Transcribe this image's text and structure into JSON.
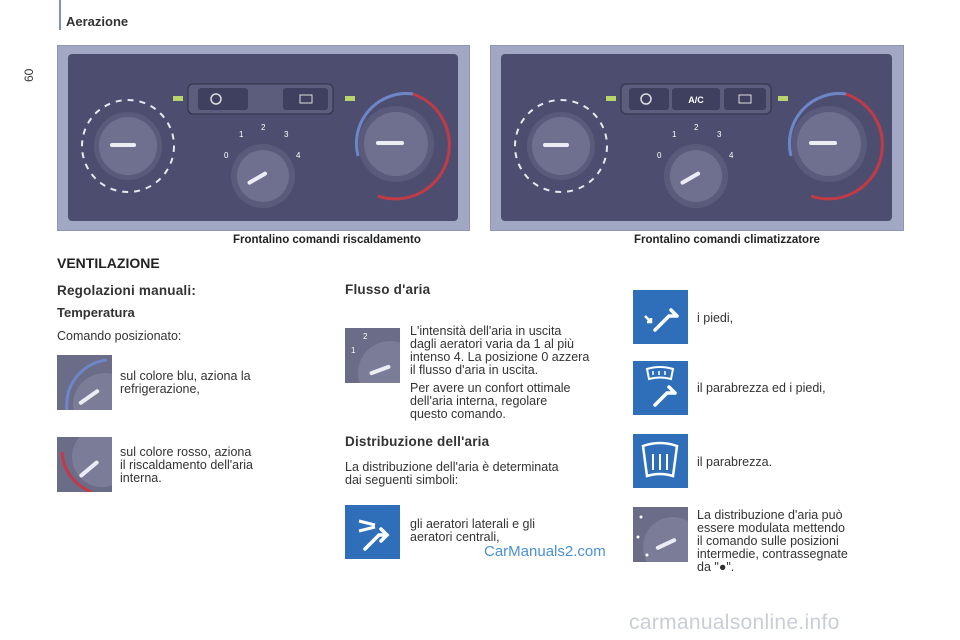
{
  "header": {
    "section": "Aerazione",
    "page_number": "60"
  },
  "panels": {
    "left_caption": "Frontalino comandi riscaldamento",
    "right_caption": "Frontalino comandi climatizzatore",
    "right_ac_label": "A/C",
    "fan_numbers": [
      "0",
      "1",
      "2",
      "3",
      "4"
    ]
  },
  "main_title": "VENTILAZIONE",
  "left_column": {
    "heading": "Regolazioni manuali:",
    "subheading": "Temperatura",
    "intro": "Comando posizionato:",
    "items": [
      {
        "text_lines": [
          "sul colore blu, aziona la",
          "refrigerazione,"
        ]
      },
      {
        "text_lines": [
          "sul colore rosso, aziona",
          "il riscaldamento dell'aria",
          "interna."
        ]
      }
    ]
  },
  "middle_column": {
    "flow_heading": "Flusso d'aria",
    "flow_lines": [
      "L'intensità dell'aria in uscita",
      "dagli aeratori varia da 1 al più",
      "intenso 4. La posizione 0 azzera",
      "il flusso d'aria in uscita."
    ],
    "flow_tip_lines": [
      "Per avere un confort ottimale",
      "dell'aria interna, regolare",
      "questo comando."
    ],
    "distribution_heading": "Distribuzione dell'aria",
    "distribution_lines": [
      "La distribuzione dell'aria è determinata",
      "dai seguenti simboli:"
    ],
    "vents_lines": [
      "gli aeratori laterali e gli",
      "aeratori centrali,"
    ]
  },
  "right_column": {
    "items": [
      {
        "text": "i piedi,"
      },
      {
        "text": "il parabrezza ed i piedi,"
      },
      {
        "text": "il parabrezza."
      }
    ],
    "mixed_lines": [
      "La distribuzione d'aria può",
      "essere modulata mettendo",
      "il comando sulle posizioni",
      "intermedie, contrassegnate",
      "da \"●\"."
    ]
  },
  "watermarks": {
    "middle": "CarManuals2.com",
    "bottom": "carmanualsonline.info"
  },
  "colors": {
    "panel": "#a2a7c3",
    "console": "#4d4e6f",
    "icon_blue": "#2f6fba",
    "cold": "#6d86c8",
    "hot": "#c23a46",
    "led": "#b9d46c"
  }
}
